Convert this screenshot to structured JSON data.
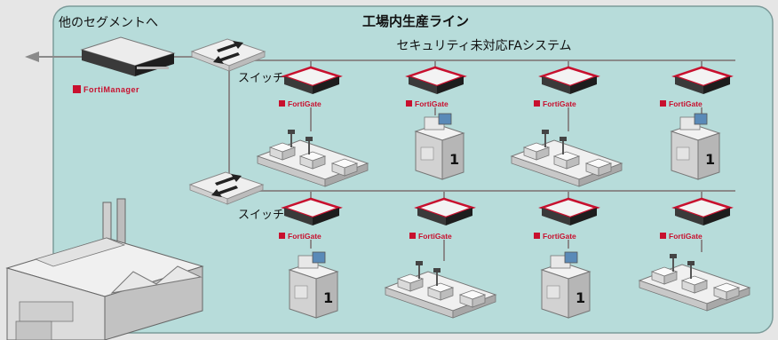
{
  "title": "工場内生産ライン",
  "other_segment_label": "他のセグメントへ",
  "fa_system_label": "セキュリティ未対応FAシステム",
  "switch_label": "スイッチ",
  "manager_brand": "FortiManager",
  "gate_brand": "FortiGate",
  "colors": {
    "panel_fill": "#b7dcda",
    "panel_stroke": "#7c9b9a",
    "link": "#8a8a8a",
    "brand_red": "#c8102e"
  },
  "icons": [
    "factory-icon",
    "switch-icon",
    "fortimanager-icon",
    "fortigate-icon",
    "conveyor-icon",
    "machine-icon"
  ]
}
